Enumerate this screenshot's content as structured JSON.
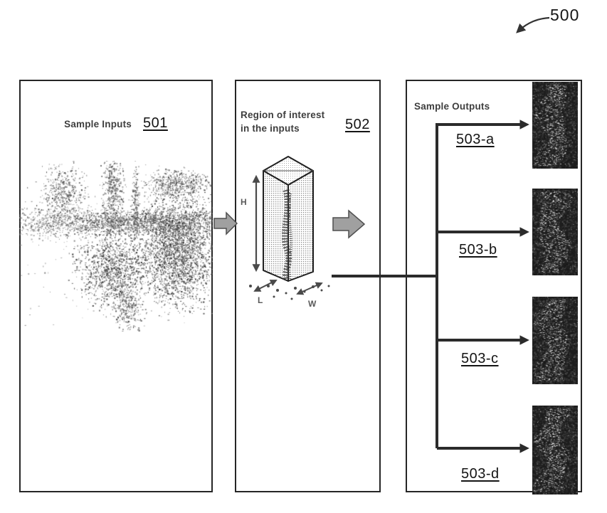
{
  "figure_ref": "500",
  "panel_inputs": {
    "title": "Sample Inputs",
    "ref": "501"
  },
  "panel_roi": {
    "title_line1": "Region of interest",
    "title_line2": "in the inputs",
    "ref": "502",
    "height_label": "H",
    "length_label": "L",
    "width_label": "W"
  },
  "panel_outputs": {
    "title": "Sample Outputs",
    "items": [
      {
        "ref": "503-a"
      },
      {
        "ref": "503-b"
      },
      {
        "ref": "503-c"
      },
      {
        "ref": "503-d"
      }
    ]
  },
  "icons": {
    "figure_pointer": "curved-arrow-icon",
    "flow_arrow": "block-arrow-right-icon",
    "branch_arrow": "line-arrow-right-icon",
    "dimension_arrow": "double-headed-arrow-icon"
  },
  "colors": {
    "ink": "#1f1f1f",
    "label_text": "#3e3e3e",
    "connector": "#2b2b2b",
    "block_arrow_fill": "#a0a0a0",
    "block_arrow_edge": "#4f4f4f",
    "thumbnail_bg": "#1d1d1d"
  }
}
